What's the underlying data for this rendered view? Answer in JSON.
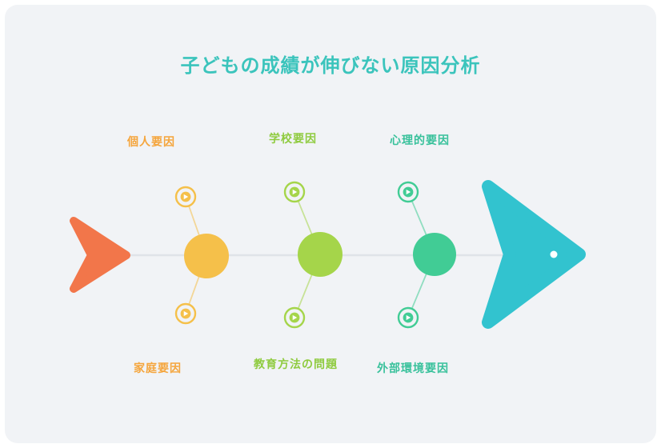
{
  "title": "子どもの成績が伸びない原因分析",
  "title_color": "#3BC4BC",
  "fish": {
    "tail_color": "#F2764A",
    "head_color": "#32C3CF",
    "eye_color": "#FFFFFF",
    "spine_color": "#DFE3E8"
  },
  "categories": [
    {
      "id": "personal",
      "top_label": "個人要因",
      "bottom_label": "家庭要因",
      "node_color": "#F5C04A",
      "label_color": "#F5A53C"
    },
    {
      "id": "school",
      "top_label": "学校要因",
      "bottom_label": "教育方法の問題",
      "node_color": "#A5D54A",
      "label_color": "#8FCB3F"
    },
    {
      "id": "psychological",
      "top_label": "心理的要因",
      "bottom_label": "外部環境要因",
      "node_color": "#41CC95",
      "label_color": "#38C19B"
    }
  ],
  "icons": {
    "satellite_icon": "arrow-right-icon"
  }
}
